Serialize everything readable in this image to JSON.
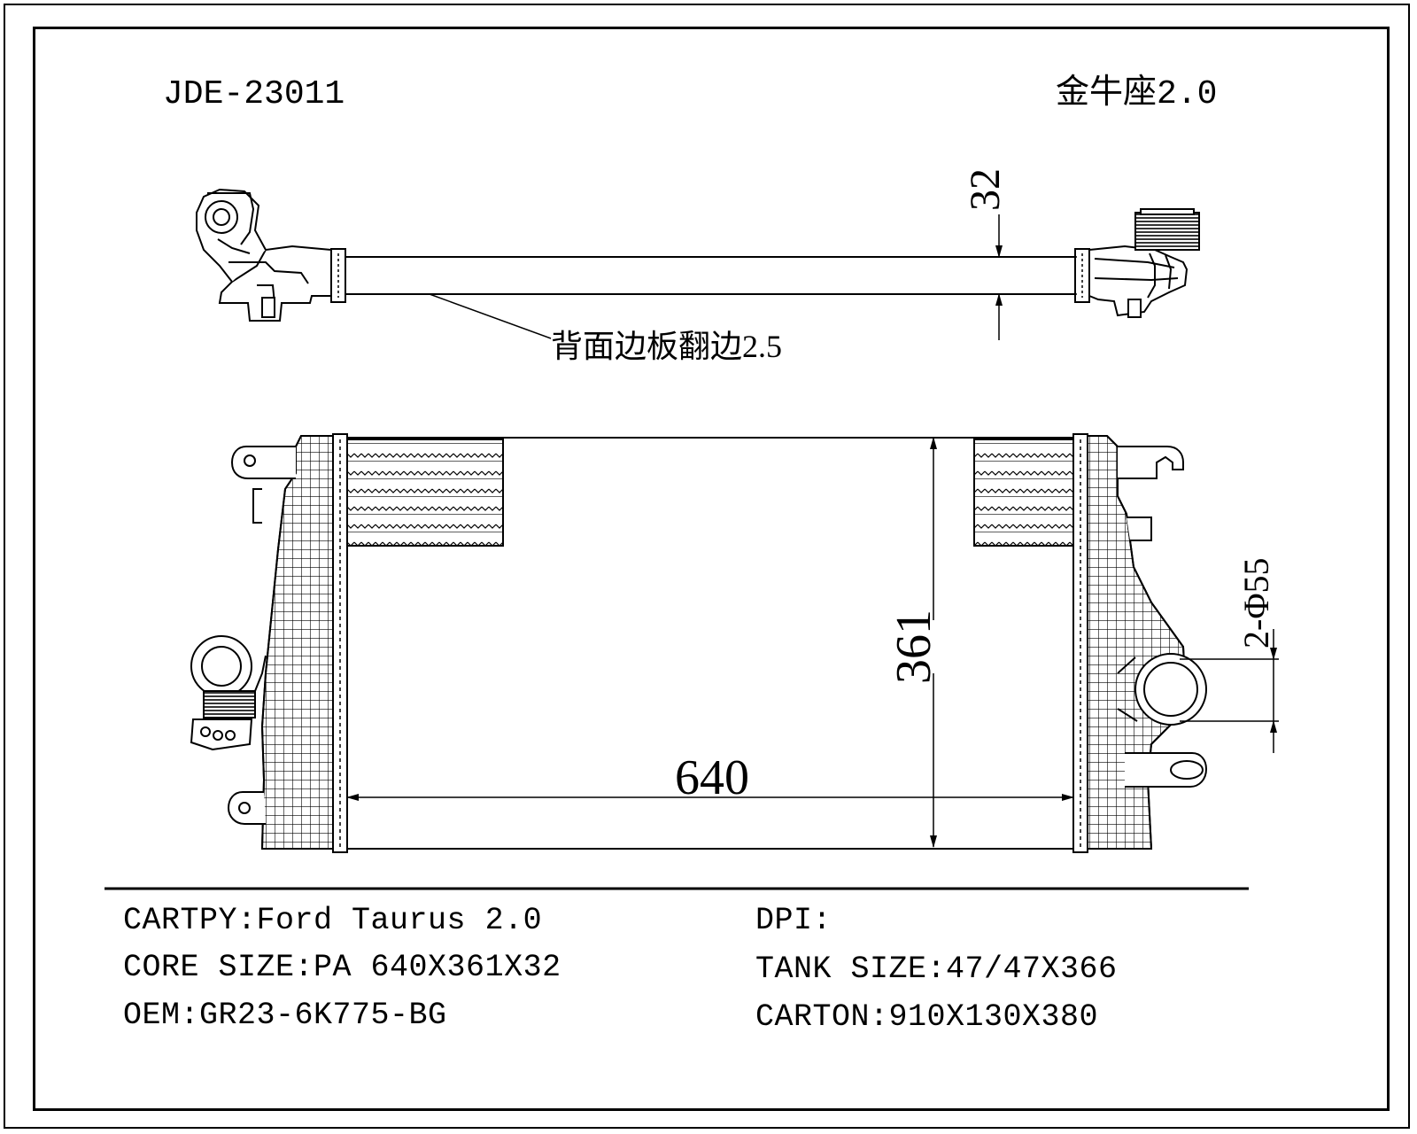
{
  "header": {
    "part_number": "JDE-23011",
    "model_name": "金牛座2.0"
  },
  "diagram": {
    "top_view_callout": "背面边板翻边2.5",
    "dim_thickness": "32",
    "dim_height": "361",
    "dim_width": "640",
    "dim_port": "2-Φ55"
  },
  "specs": {
    "cartpy": "CARTPY:Ford Taurus 2.0",
    "core_size": "CORE SIZE:PA 640X361X32",
    "oem": "OEM:GR23-6K775-BG",
    "dpi": "DPI:",
    "tank_size": "TANK SIZE:47/47X366",
    "carton": "CARTON:910X130X380"
  }
}
